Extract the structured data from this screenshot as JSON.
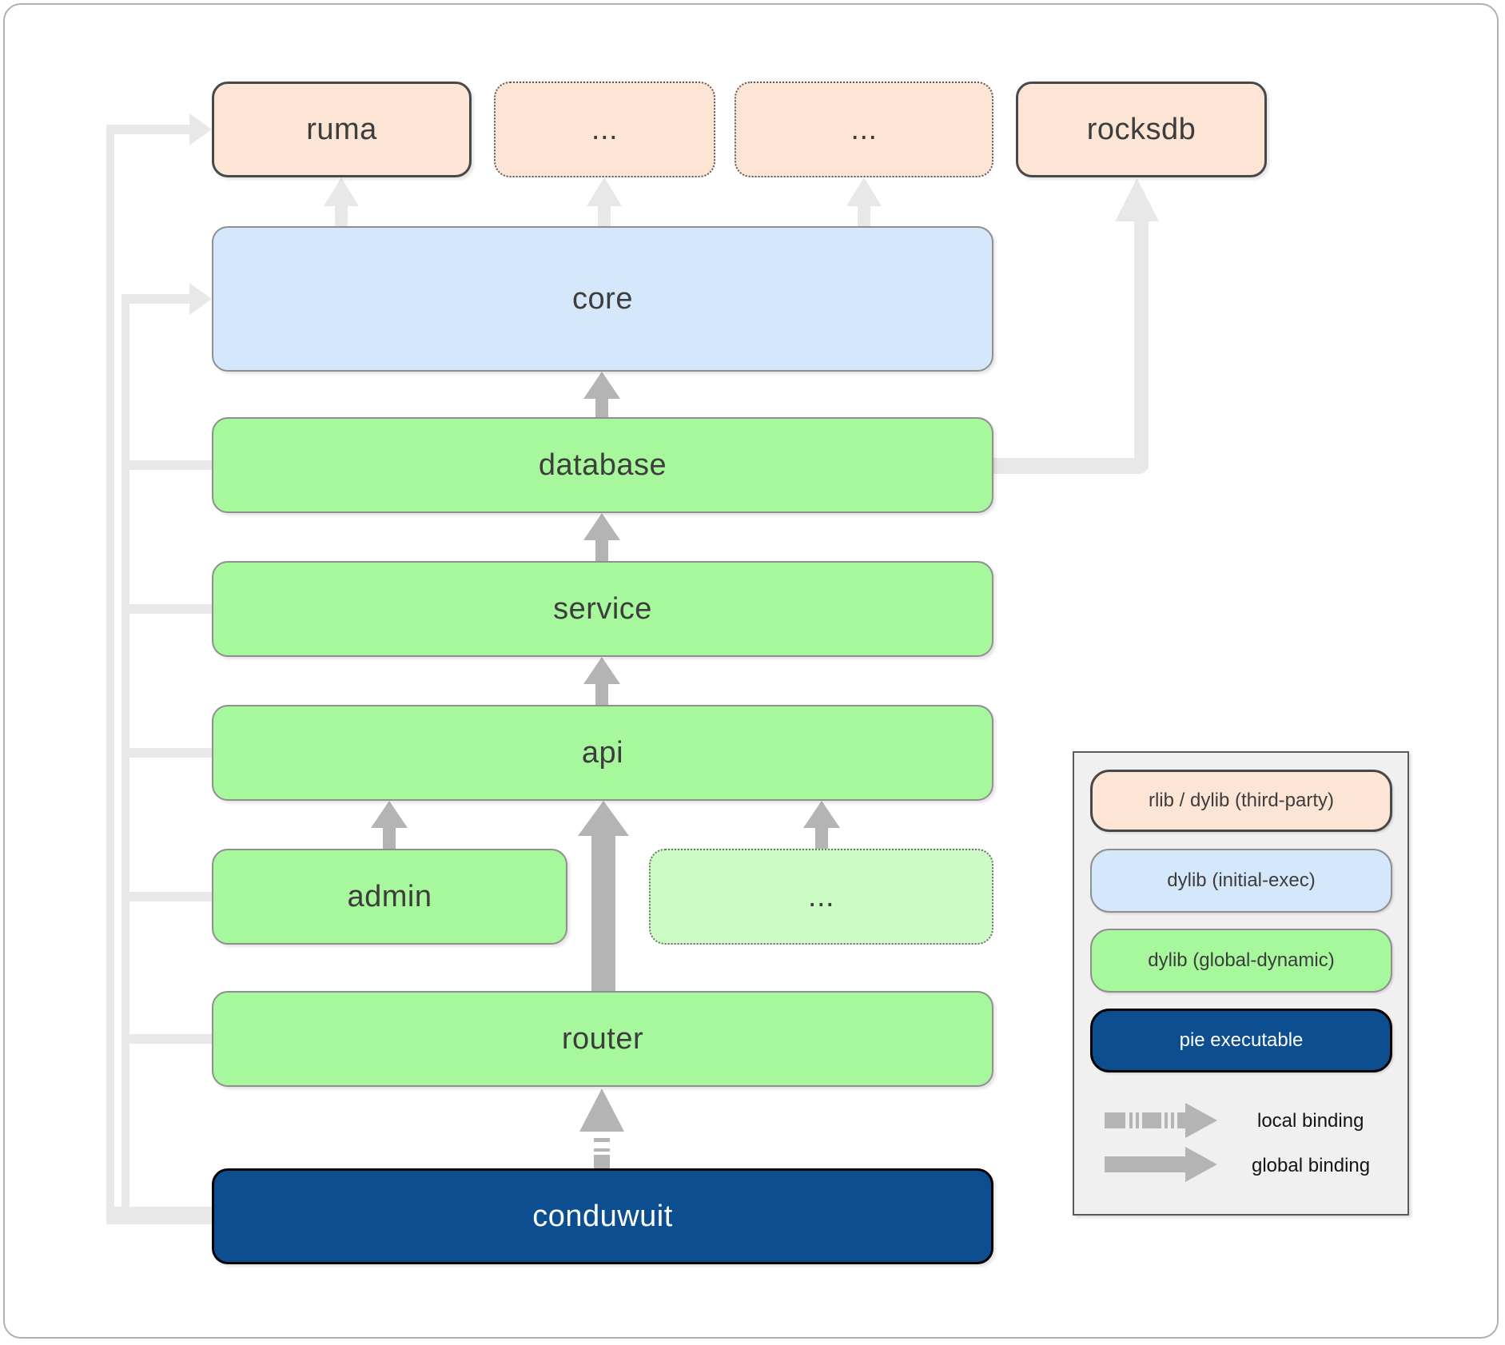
{
  "nodes": {
    "ruma": {
      "label": "ruma",
      "kind": "rlib / dylib (third-party)"
    },
    "thirdparty_more_1": {
      "label": "...",
      "kind": "rlib / dylib (third-party)"
    },
    "thirdparty_more_2": {
      "label": "...",
      "kind": "rlib / dylib (third-party)"
    },
    "rocksdb": {
      "label": "rocksdb",
      "kind": "rlib / dylib (third-party)"
    },
    "core": {
      "label": "core",
      "kind": "dylib (initial-exec)"
    },
    "database": {
      "label": "database",
      "kind": "dylib (global-dynamic)"
    },
    "service": {
      "label": "service",
      "kind": "dylib (global-dynamic)"
    },
    "api": {
      "label": "api",
      "kind": "dylib (global-dynamic)"
    },
    "admin": {
      "label": "admin",
      "kind": "dylib (global-dynamic)"
    },
    "dylib_more": {
      "label": "...",
      "kind": "dylib (global-dynamic)"
    },
    "router": {
      "label": "router",
      "kind": "dylib (global-dynamic)"
    },
    "conduwuit": {
      "label": "conduwuit",
      "kind": "pie executable"
    }
  },
  "edges": [
    {
      "from": "database",
      "to": "core",
      "binding": "global"
    },
    {
      "from": "service",
      "to": "database",
      "binding": "global"
    },
    {
      "from": "api",
      "to": "service",
      "binding": "global"
    },
    {
      "from": "admin",
      "to": "api",
      "binding": "global"
    },
    {
      "from": "dylib_more",
      "to": "api",
      "binding": "global"
    },
    {
      "from": "router",
      "to": "api",
      "binding": "global"
    },
    {
      "from": "conduwuit",
      "to": "router",
      "binding": "local"
    },
    {
      "from": "core",
      "to": "ruma",
      "binding": "global"
    },
    {
      "from": "core",
      "to": "thirdparty_more_1",
      "binding": "global"
    },
    {
      "from": "core",
      "to": "thirdparty_more_2",
      "binding": "global"
    },
    {
      "from": "database",
      "to": "rocksdb",
      "binding": "global"
    },
    {
      "from": "conduwuit",
      "to": "ruma",
      "binding": "global"
    },
    {
      "from": "conduwuit",
      "to": "core",
      "binding": "global"
    },
    {
      "from": "conduwuit",
      "to": "database",
      "binding": "global"
    },
    {
      "from": "conduwuit",
      "to": "service",
      "binding": "global"
    },
    {
      "from": "conduwuit",
      "to": "api",
      "binding": "global"
    },
    {
      "from": "conduwuit",
      "to": "admin",
      "binding": "global"
    },
    {
      "from": "conduwuit",
      "to": "router",
      "binding": "global"
    }
  ],
  "legend": {
    "items": [
      {
        "label": "rlib / dylib (third-party)",
        "color": "#fce5d5"
      },
      {
        "label": "dylib (initial-exec)",
        "color": "#d5e7fa"
      },
      {
        "label": "dylib (global-dynamic)",
        "color": "#a7f89d"
      },
      {
        "label": "pie executable",
        "color": "#0d4e90"
      }
    ],
    "bindings": [
      {
        "label": "local binding",
        "style": "dashed-arrow"
      },
      {
        "label": "global binding",
        "style": "solid-arrow"
      }
    ]
  },
  "colors": {
    "third_party": "#fce5d5",
    "initial_exec": "#d5e7fa",
    "global_dynamic": "#a7f89d",
    "pie_executable": "#0d4e90",
    "light_connector": "#e8e8e8",
    "binding_arrow": "#b4b4b4"
  }
}
